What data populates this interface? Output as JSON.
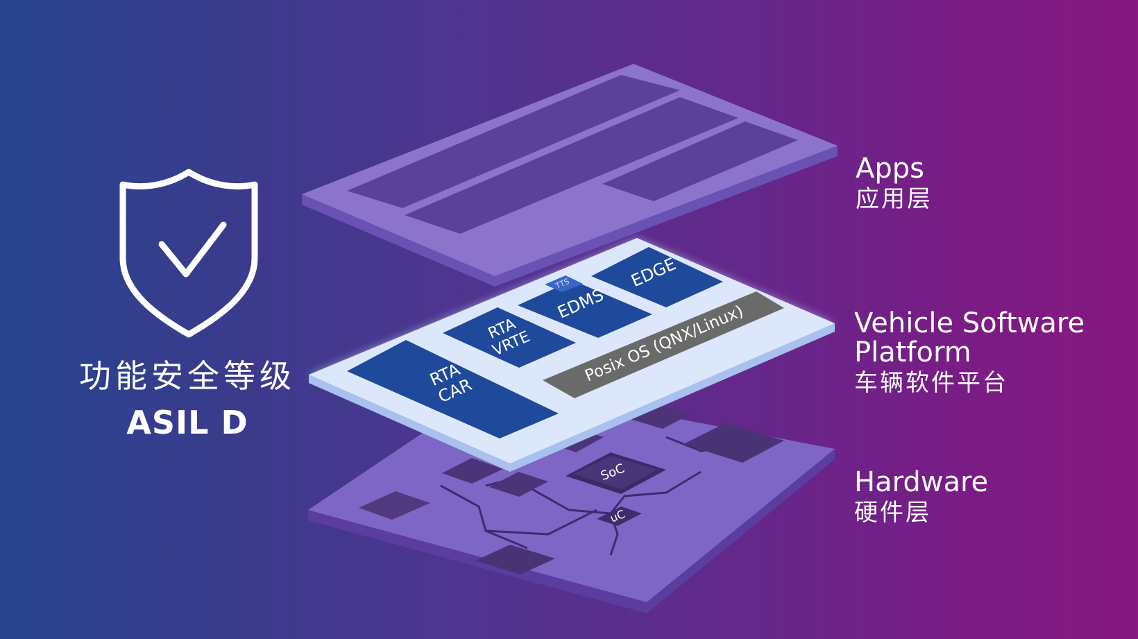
{
  "safety": {
    "title_cn": "功能安全等级",
    "level": "ASIL D"
  },
  "layers": {
    "apps": {
      "en": "Apps",
      "cn": "应用层"
    },
    "platform": {
      "en": "Vehicle Software\nPlatform",
      "cn": "车辆软件平台"
    },
    "hardware": {
      "en": "Hardware",
      "cn": "硬件层"
    }
  },
  "platform_blocks": {
    "rta_car": [
      "RTA",
      "CAR"
    ],
    "rta_vrte": [
      "RTA",
      "VRTE"
    ],
    "edms": "EDMS",
    "tts": "TTS",
    "edge": "EDGE",
    "posix": "Posix OS (QNX/Linux)"
  },
  "chips": {
    "soc": "SoC",
    "uc": "uC"
  },
  "colors": {
    "apps_plate": "#8a72c9",
    "platform_plate": "#dde8fa",
    "block_blue": "#1f4a9c",
    "posix_gray": "#6a6a6a",
    "hardware_plate": "#7f64c4"
  }
}
